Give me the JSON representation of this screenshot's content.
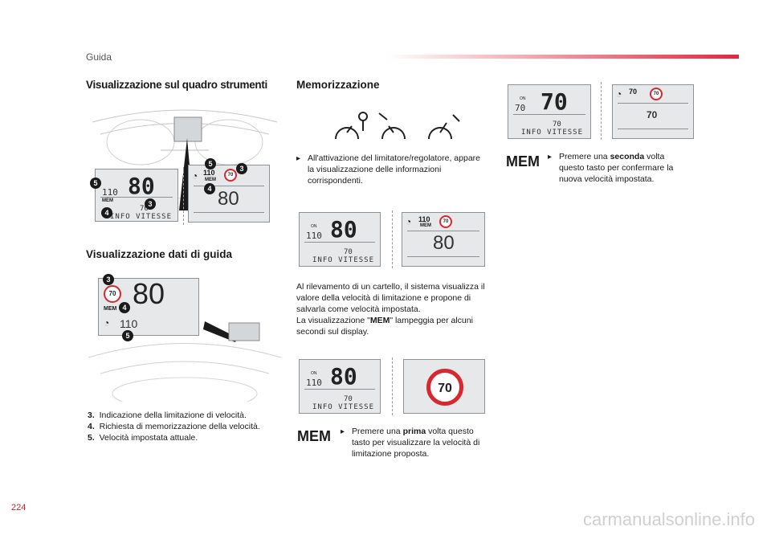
{
  "header": {
    "section": "Guida"
  },
  "left": {
    "heading1": "Visualizzazione sul quadro strumenti",
    "heading2": "Visualizzazione dati di guida",
    "cluster_display": {
      "big": "80",
      "small": "110",
      "limit": "70",
      "info": "INFO VITESSE",
      "mem": "MEM"
    },
    "cluster_popup": {
      "speed": "110",
      "mem": "MEM",
      "sign": "70",
      "big": "80"
    },
    "hud": {
      "sign": "70",
      "big": "80",
      "mem": "MEM",
      "small": "110"
    },
    "legend": [
      {
        "num": "3.",
        "text": "Indicazione della limitazione di velocità."
      },
      {
        "num": "4.",
        "text": "Richiesta di memorizzazione della velocità."
      },
      {
        "num": "5.",
        "text": "Velocità impostata attuale."
      }
    ],
    "badges": [
      "5",
      "3",
      "4"
    ]
  },
  "middle": {
    "heading": "Memorizzazione",
    "bullet1": "All'attivazione del limitatore/regolatore, appare la visualizzazione delle informazioni corrispondenti.",
    "display1": {
      "big": "80",
      "small": "110",
      "limit": "70",
      "info": "INFO VITESSE",
      "on": "ON"
    },
    "display2": {
      "speed": "110",
      "mem": "MEM",
      "sign": "70",
      "big": "80"
    },
    "para_a": "Al rilevamento di un cartello, il sistema visualizza il valore della velocità di limitazione e propone di salvarla come velocità impostata.",
    "para_b_pre": "La visualizzazione \"",
    "para_b_bold": "MEM",
    "para_b_post": "\" lampeggia per alcuni secondi sul display.",
    "display3": {
      "big": "80",
      "small": "110",
      "limit": "70",
      "info": "INFO VITESSE",
      "on": "ON"
    },
    "display4": {
      "sign": "70"
    },
    "mem_label": "MEM",
    "bullet2_pre": "Premere una ",
    "bullet2_bold": "prima",
    "bullet2_post": " volta questo tasto per visualizzare la velocità di limitazione proposta."
  },
  "right": {
    "display1": {
      "big": "70",
      "small": "70",
      "limit": "70",
      "info": "INFO VITESSE",
      "on": "ON"
    },
    "display2": {
      "speed": "70",
      "sign": "70",
      "big": "70"
    },
    "mem_label": "MEM",
    "bullet_pre": "Premere una ",
    "bullet_bold": "seconda",
    "bullet_post": " volta questo tasto per confermare la nuova velocità impostata."
  },
  "footer": {
    "page": "224",
    "watermark": "carmanualsonline.info"
  },
  "colors": {
    "accent": "#e0283c",
    "sign_ring": "#d8282f",
    "lcd_bg": "#e6e8ea"
  }
}
